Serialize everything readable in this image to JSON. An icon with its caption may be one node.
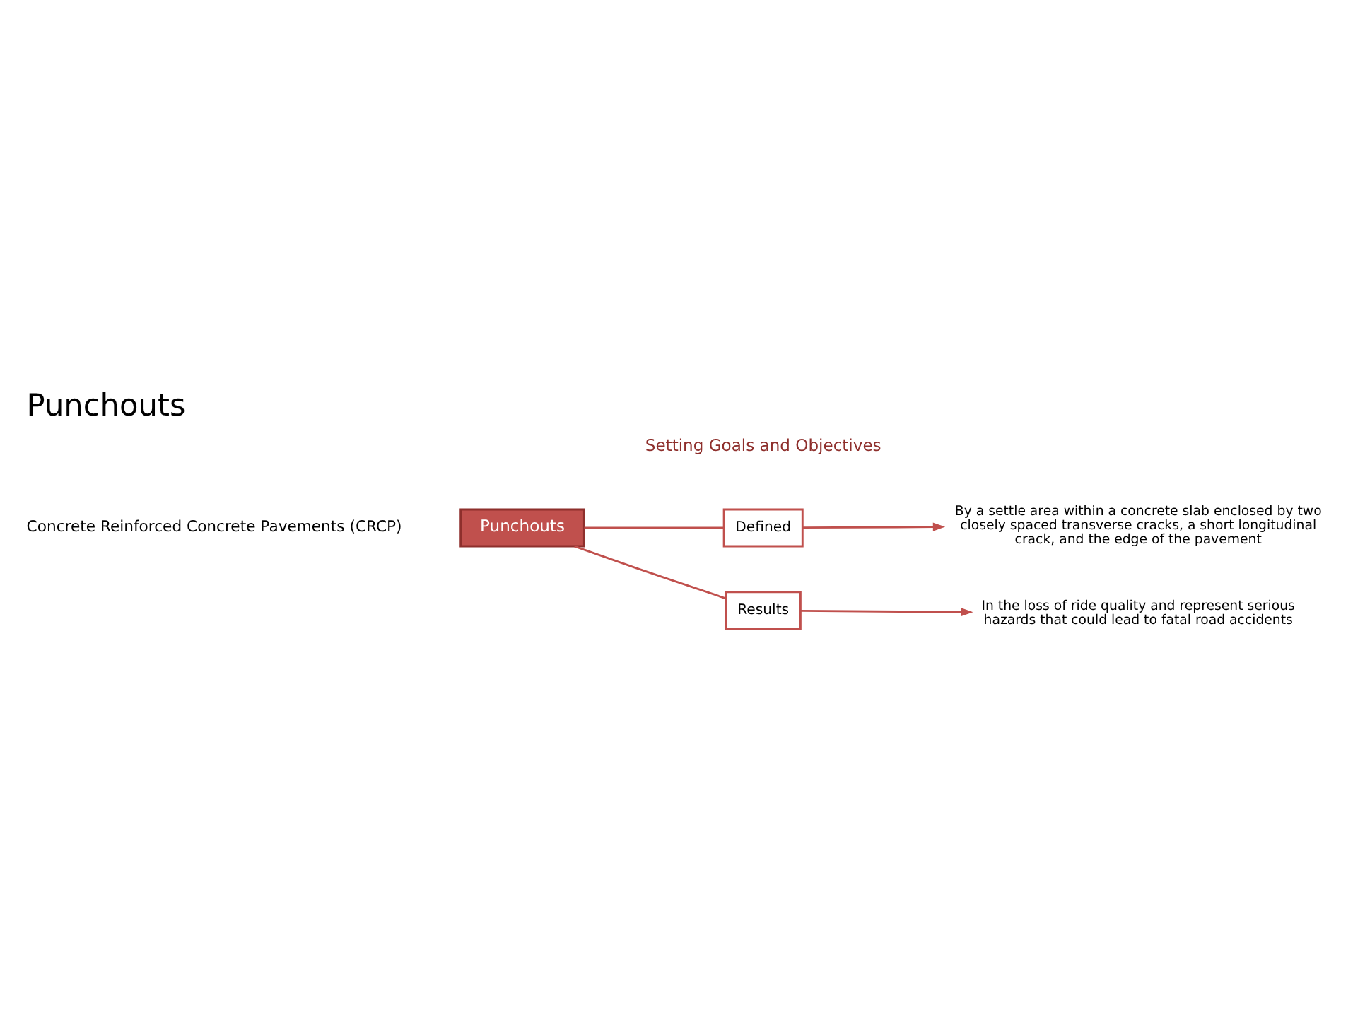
{
  "diagram": {
    "title": "Punchouts",
    "nodes": [
      {
        "text": [
          "Punchouts"
        ]
      },
      {
        "text": [
          "Defined"
        ]
      },
      {
        "text": [
          "Results"
        ]
      },
      {
        "text": [
          "By a settle area within a concrete slab enclosed by two closely spaced transverse cracks, a short longitudinal crack, and the edge of the pavement"
        ]
      },
      {
        "text": [
          "In the loss of ride quality and represent serious hazards that could lead to fatal road accidents"
        ]
      }
    ],
    "edges": [
      {
        "from": 0,
        "to": 1,
        "arrow": "none"
      },
      {
        "from": 0,
        "to": 2,
        "arrow": "none"
      },
      {
        "from": 1,
        "to": 3,
        "arrow": "to"
      },
      {
        "from": 2,
        "to": 4,
        "arrow": "to"
      }
    ],
    "labels": [
      "Concrete Reinforced Concrete Pavements (CRCP)",
      "Setting Goals and Objectives"
    ]
  }
}
